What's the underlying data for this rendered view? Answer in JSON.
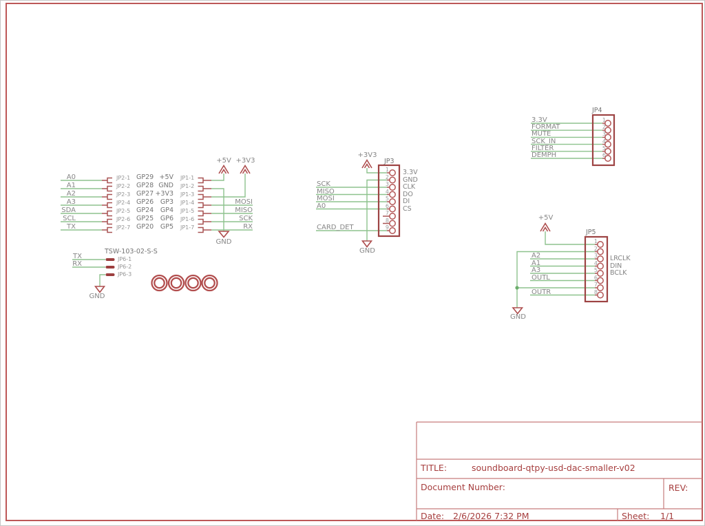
{
  "colors": {
    "wire_green": "#8dc28d",
    "symbol_red": "#a85252",
    "frame_red": "#bd5757",
    "title_text_red": "#a63e3e",
    "label_gray": "#868686"
  },
  "left_block": {
    "power_5v": "+5V",
    "power_3v3": "+3V3",
    "gnd": "GND",
    "rows": [
      {
        "net": "A0",
        "jp2": "JP2-1",
        "gp_left": "GP29",
        "gp_right": "+5V",
        "jp1": "JP1-1",
        "net_right": ""
      },
      {
        "net": "A1",
        "jp2": "JP2-2",
        "gp_left": "GP28",
        "gp_right": "GND",
        "jp1": "JP1-2",
        "net_right": ""
      },
      {
        "net": "A2",
        "jp2": "JP2-3",
        "gp_left": "GP27",
        "gp_right": "+3V3",
        "jp1": "JP1-3",
        "net_right": ""
      },
      {
        "net": "A3",
        "jp2": "JP2-4",
        "gp_left": "GP26",
        "gp_right": "GP3",
        "jp1": "JP1-4",
        "net_right": "MOSI"
      },
      {
        "net": "SDA",
        "jp2": "JP2-5",
        "gp_left": "GP24",
        "gp_right": "GP4",
        "jp1": "JP1-5",
        "net_right": "MISO"
      },
      {
        "net": "SCL",
        "jp2": "JP2-6",
        "gp_left": "GP25",
        "gp_right": "GP6",
        "jp1": "JP1-6",
        "net_right": "SCK"
      },
      {
        "net": "TX",
        "jp2": "JP2-7",
        "gp_left": "GP20",
        "gp_right": "GP5",
        "jp1": "JP1-7",
        "net_right": "RX"
      }
    ]
  },
  "jp6": {
    "part_name": "TSW-103-02-S-S",
    "gnd": "GND",
    "rows": [
      {
        "net": "TX",
        "pin": "JP6-1"
      },
      {
        "net": "RX",
        "pin": "JP6-2"
      },
      {
        "net": "",
        "pin": "JP6-3"
      }
    ]
  },
  "jp3": {
    "name": "JP3",
    "power": "+3V3",
    "gnd": "GND",
    "pin_numbers": [
      "1",
      "2",
      "3",
      "4",
      "5",
      "6",
      "7",
      "8",
      "9"
    ],
    "left_nets": [
      "SCK",
      "MISO",
      "MOSI",
      "A0",
      "CARD_DET"
    ],
    "right_labels": [
      "3.3V",
      "GND",
      "CLK",
      "DO",
      "DI",
      "CS"
    ]
  },
  "jp4": {
    "name": "JP4",
    "pin_numbers": [
      "1",
      "2",
      "3",
      "4",
      "5",
      "6"
    ],
    "nets": [
      "3.3V",
      "FORMAT",
      "MUTE",
      "SCK_IN",
      "FILTER",
      "DEMPH"
    ]
  },
  "jp5": {
    "name": "JP5",
    "power": "+5V",
    "gnd": "GND",
    "pin_numbers": [
      "1",
      "2",
      "3",
      "4",
      "5",
      "6",
      "7",
      "8"
    ],
    "left_nets": [
      "A2",
      "A1",
      "A3",
      "OUTL",
      "OUTR"
    ],
    "right_labels": [
      "LRCLK",
      "DIN",
      "BCLK"
    ]
  },
  "title_block": {
    "title_label": "TITLE:",
    "title": "soundboard-qtpy-usd-dac-smaller-v02",
    "document_label": "Document Number:",
    "document_value": "",
    "rev_label": "REV:",
    "rev_value": "",
    "date_label": "Date:",
    "date_value": "2/6/2026 7:32 PM",
    "sheet_label": "Sheet:",
    "sheet_value": "1/1"
  }
}
